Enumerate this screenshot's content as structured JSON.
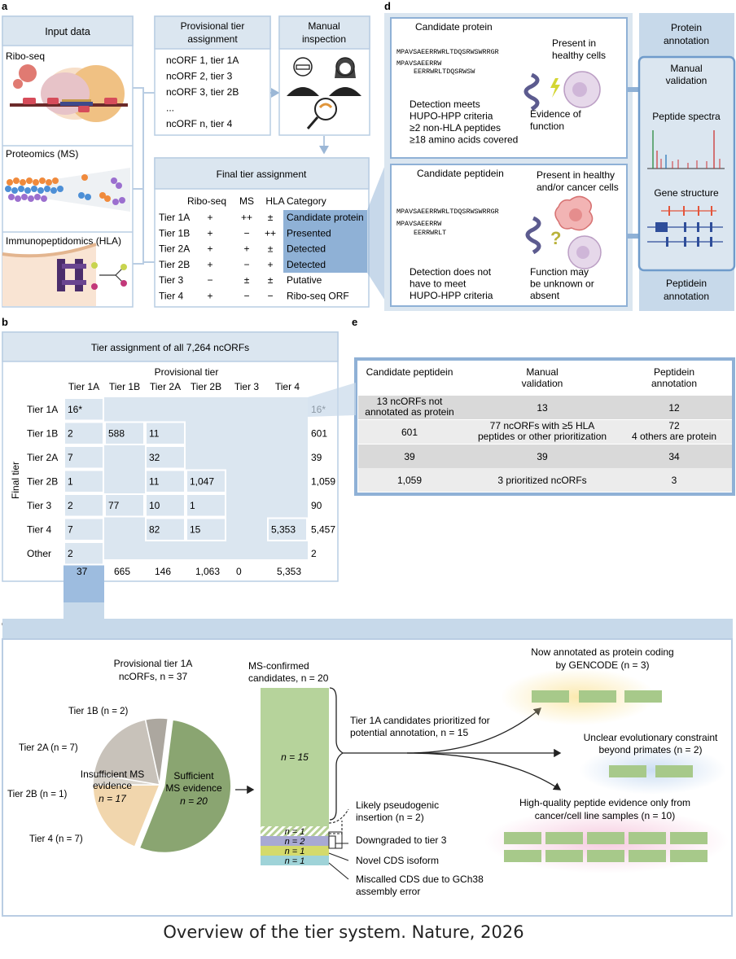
{
  "panel_letters": {
    "a": "a",
    "b": "b",
    "c": "c",
    "d": "d",
    "e": "e"
  },
  "colors": {
    "light_blue": "#dbe6f0",
    "mid_blue": "#c7d9ea",
    "strong_blue": "#5b8ec6",
    "deep_blue": "#8fb1d6",
    "panel_border": "#b9cde3",
    "green": "#8aa571",
    "tan": "#f1d6ad",
    "grey": "#c8c2ba",
    "dark_grey": "#aca79f"
  },
  "a": {
    "input_title": "Input data",
    "ribo": "Ribo-seq",
    "proteomics": "Proteomics (MS)",
    "immuno": "Immunopeptidomics (HLA)",
    "prov_title_1": "Provisional tier",
    "prov_title_2": "assignment",
    "prov_items": [
      "ncORF 1, tier 1A",
      "ncORF 2, tier 3",
      "ncORF 3, tier 2B",
      "...",
      "ncORF n, tier 4"
    ],
    "manual_1": "Manual",
    "manual_2": "inspection",
    "final_title": "Final tier assignment",
    "headers": [
      "Ribo-seq",
      "MS",
      "HLA",
      "Category"
    ],
    "rows": [
      {
        "tier": "Tier 1A",
        "ribo": "+",
        "ms": "++",
        "hla": "±",
        "cat": "Candidate protein"
      },
      {
        "tier": "Tier 1B",
        "ribo": "+",
        "ms": "−",
        "hla": "++",
        "cat": "Presented"
      },
      {
        "tier": "Tier 2A",
        "ribo": "+",
        "ms": "+",
        "hla": "±",
        "cat": "Detected"
      },
      {
        "tier": "Tier 2B",
        "ribo": "+",
        "ms": "−",
        "hla": "+",
        "cat": "Detected"
      },
      {
        "tier": "Tier 3",
        "ribo": "−",
        "ms": "±",
        "hla": "±",
        "cat": "Putative"
      },
      {
        "tier": "Tier 4",
        "ribo": "+",
        "ms": "−",
        "hla": "−",
        "cat": "Ribo-seq ORF"
      }
    ]
  },
  "b": {
    "title": "Tier assignment of all 7,264 ncORFs",
    "provisional_label": "Provisional tier",
    "final_label": "Final tier",
    "col_headers": [
      "Tier 1A",
      "Tier 1B",
      "Tier 2A",
      "Tier 2B",
      "Tier 3",
      "Tier 4"
    ],
    "rows": [
      {
        "label": "Tier 1A",
        "cells": [
          "16*",
          "",
          "",
          "",
          "",
          ""
        ],
        "total": "16*"
      },
      {
        "label": "Tier 1B",
        "cells": [
          "2",
          "588",
          "11",
          "",
          "",
          ""
        ],
        "total": "601"
      },
      {
        "label": "Tier 2A",
        "cells": [
          "7",
          "",
          "32",
          "",
          "",
          ""
        ],
        "total": "39"
      },
      {
        "label": "Tier 2B",
        "cells": [
          "1",
          "",
          "11",
          "1,047",
          "",
          ""
        ],
        "total": "1,059"
      },
      {
        "label": "Tier 3",
        "cells": [
          "2",
          "77",
          "10",
          "1",
          "",
          ""
        ],
        "total": "90"
      },
      {
        "label": "Tier 4",
        "cells": [
          "7",
          "",
          "82",
          "15",
          "",
          "5,353"
        ],
        "total": "5,457"
      },
      {
        "label": "Other",
        "cells": [
          "2",
          "",
          "",
          "",
          "",
          ""
        ],
        "total": "2"
      }
    ],
    "col_totals": [
      "37",
      "665",
      "146",
      "1,063",
      "0",
      "5,353"
    ]
  },
  "d": {
    "cand_protein": "Candidate protein",
    "seq_full": "MPAVSAEERRWRLTDQSRWSWRRGR",
    "seq_a": "MPAVSAEERRW",
    "seq_b": "EERRWRLTDQSRWSW",
    "seq_c": "EERRWRLT",
    "present_healthy_1": "Present in",
    "present_healthy_2": "healthy cells",
    "evidence_1": "Evidence of",
    "evidence_2": "function",
    "detect_meets": [
      "Detection meets",
      "HUPO-HPP criteria",
      "≥2 non-HLA peptides",
      "≥18 amino acids covered"
    ],
    "cand_peptidein": "Candidate peptidein",
    "present_hc_1": "Present in healthy",
    "present_hc_2": "and/or cancer cells",
    "detect_not": [
      "Detection does not",
      "have to meet",
      "HUPO-HPP criteria"
    ],
    "func_may": [
      "Function may",
      "be unknown or",
      "absent"
    ],
    "protein_annot_1": "Protein",
    "protein_annot_2": "annotation",
    "manual_val_1": "Manual",
    "manual_val_2": "validation",
    "peptide_spectra": "Peptide spectra",
    "gene_structure": "Gene structure",
    "peptidein_annot_1": "Peptidein",
    "peptidein_annot_2": "annotation"
  },
  "e": {
    "headers": [
      "Candidate peptidein",
      "Manual",
      "validation",
      "Peptidein",
      "annotation"
    ],
    "rows": [
      {
        "c1": [
          "13 ncORFs not",
          "annotated as protein"
        ],
        "c2": [
          "13"
        ],
        "c3": [
          "12"
        ]
      },
      {
        "c1": [
          "601"
        ],
        "c2": [
          "77 ncORFs with ≥5 HLA",
          "peptides or other prioritization"
        ],
        "c3": [
          "72",
          "4 others are protein"
        ]
      },
      {
        "c1": [
          "39"
        ],
        "c2": [
          "39"
        ],
        "c3": [
          "34"
        ]
      },
      {
        "c1": [
          "1,059"
        ],
        "c2": [
          "3 prioritized ncORFs"
        ],
        "c3": [
          "3"
        ]
      }
    ]
  },
  "c": {
    "prov_1": "Provisional tier 1A",
    "prov_2": "ncORFs, n = 37",
    "ms_conf_1": "MS-confirmed",
    "ms_conf_2": "candidates, n = 20",
    "pie": [
      {
        "label": "Sufficient MS evidence",
        "value": 20,
        "color": "#8aa571"
      },
      {
        "label": "Tier 4",
        "value": 7,
        "color": "#f1d6ad"
      },
      {
        "label": "Tier 2B",
        "value": 1,
        "color": "#d9d4cc"
      },
      {
        "label": "Tier 2A",
        "value": 7,
        "color": "#c8c2ba"
      },
      {
        "label": "Tier 1B",
        "value": 2,
        "color": "#aca79f"
      }
    ],
    "tier1b": "Tier 1B (n = 2)",
    "tier2a": "Tier 2A (n = 7)",
    "tier2b": "Tier 2B (n = 1)",
    "tier4": "Tier 4 (n = 7)",
    "insuff_1": "Insufficient MS",
    "insuff_2": "evidence",
    "insuff_3": "n = 17",
    "suff_1": "Sufficient",
    "suff_2": "MS evidence",
    "suff_3": "n = 20",
    "bar_segments": [
      {
        "label": "n = 15",
        "value": 15
      },
      {
        "label": "n = 1",
        "value": 1
      },
      {
        "label": "n = 2",
        "value": 2
      },
      {
        "label": "n = 1",
        "value": 1
      },
      {
        "label": "n = 1",
        "value": 1
      }
    ],
    "prioritized": [
      "Tier 1A candidates prioritized for",
      "potential annotation, n = 15"
    ],
    "pseudo": [
      "Likely pseudogenic",
      "insertion (n = 2)"
    ],
    "downgraded": "Downgraded to tier 3",
    "novel": "Novel CDS isoform",
    "miscalled": [
      "Miscalled CDS due to GCh38",
      "assembly error"
    ],
    "annotated": [
      "Now annotated as protein coding",
      "by GENCODE (n = 3)"
    ],
    "unclear": [
      "Unclear evolutionary constraint",
      "beyond primates (n = 2)"
    ],
    "highq": [
      "High-quality peptide evidence only from",
      "cancer/cell line samples (n = 10)"
    ]
  },
  "caption": "Overview of the tier system. Nature, 2026"
}
